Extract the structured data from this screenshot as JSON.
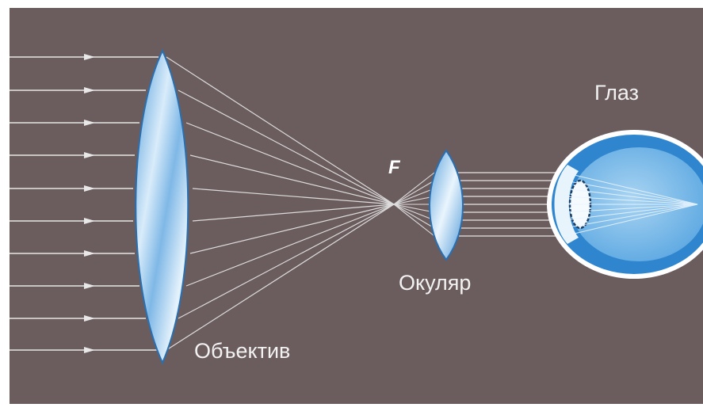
{
  "labels": {
    "objective": "Объектив",
    "eyepiece": "Окуляр",
    "eye": "Глаз",
    "focus": "F"
  },
  "colors": {
    "background": "#6b5c5e",
    "ray": "#e8e8e8",
    "lens_edge": "#2a6fb0",
    "lens_fill_light": "#ffffff",
    "lens_fill_blue": "#5fa8e0",
    "eye_outer": "#2f86cf",
    "eye_inner": "#86c1ec"
  },
  "icons": {
    "objective": "convex-lens-icon",
    "eyepiece": "convex-lens-icon",
    "eye": "eyeball-icon"
  }
}
